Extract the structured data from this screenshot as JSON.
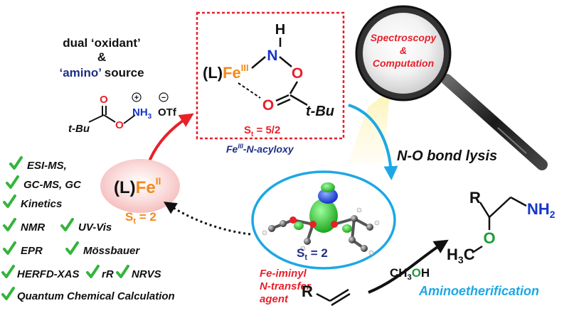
{
  "source_text": {
    "line1": "dual ‘oxidant’",
    "amp": "&",
    "amino": "‘amino’",
    "source": "source"
  },
  "reagent": {
    "t_bu": "t-Bu",
    "o1": "O",
    "o2": "O",
    "nh3": "NH",
    "sub3": "3",
    "plus": "+",
    "minus": "−",
    "otf": "OTf"
  },
  "intermediate": {
    "L": "(L)",
    "fe": "Fe",
    "ox": "III",
    "h": "H",
    "n": "N",
    "o_top": "O",
    "o_bot": "O",
    "tbu": "t-Bu",
    "spin_s": "S",
    "spin_sub": "t",
    "spin_val": " = 5/2",
    "caption": "Fe",
    "caption_ox": "III",
    "caption_rest": "-N-acyloxy"
  },
  "fe2": {
    "L": "(L)",
    "fe": "Fe",
    "ox": "II",
    "spin_s": "S",
    "spin_sub": "t",
    "spin_val": " = 2"
  },
  "magnifier": {
    "line1": "Spectroscopy",
    "line2": "&",
    "line3": "Computation"
  },
  "bond_lysis": "N-O bond lysis",
  "iminyl": {
    "spin_s": "S",
    "spin_sub": "t",
    "spin_val": " = 2",
    "label1": "Fe-iminyl",
    "label2": "N-transfer",
    "label3": "agent"
  },
  "product": {
    "r": "R",
    "nh2": "NH",
    "nh2_sub": "2",
    "o": "O",
    "h3c": "H",
    "h3c_sub": "3",
    "h3c_c": "C",
    "meoh_ch": "CH",
    "meoh_sub": "3",
    "meoh_o": "O",
    "meoh_h": "H",
    "alkene_r": "R",
    "reaction": "Aminoetherification"
  },
  "checklist": [
    {
      "label": "ESI-MS,"
    },
    {
      "label": "GC-MS, GC"
    },
    {
      "label": "Kinetics"
    },
    {
      "label": "NMR"
    },
    {
      "label": "UV-Vis"
    },
    {
      "label": "EPR"
    },
    {
      "label": "Mössbauer"
    },
    {
      "label": "HERFD-XAS"
    },
    {
      "label": "rR"
    },
    {
      "label": "NRVS"
    },
    {
      "label": "Quantum Chemical Calculation"
    }
  ],
  "colors": {
    "red": "#e8202a",
    "orange": "#f08a1c",
    "navy": "#1f2e86",
    "cyan": "#1ca8e4",
    "green": "#1e9c3a",
    "check": "#35b43c",
    "blue": "#1636c8"
  }
}
